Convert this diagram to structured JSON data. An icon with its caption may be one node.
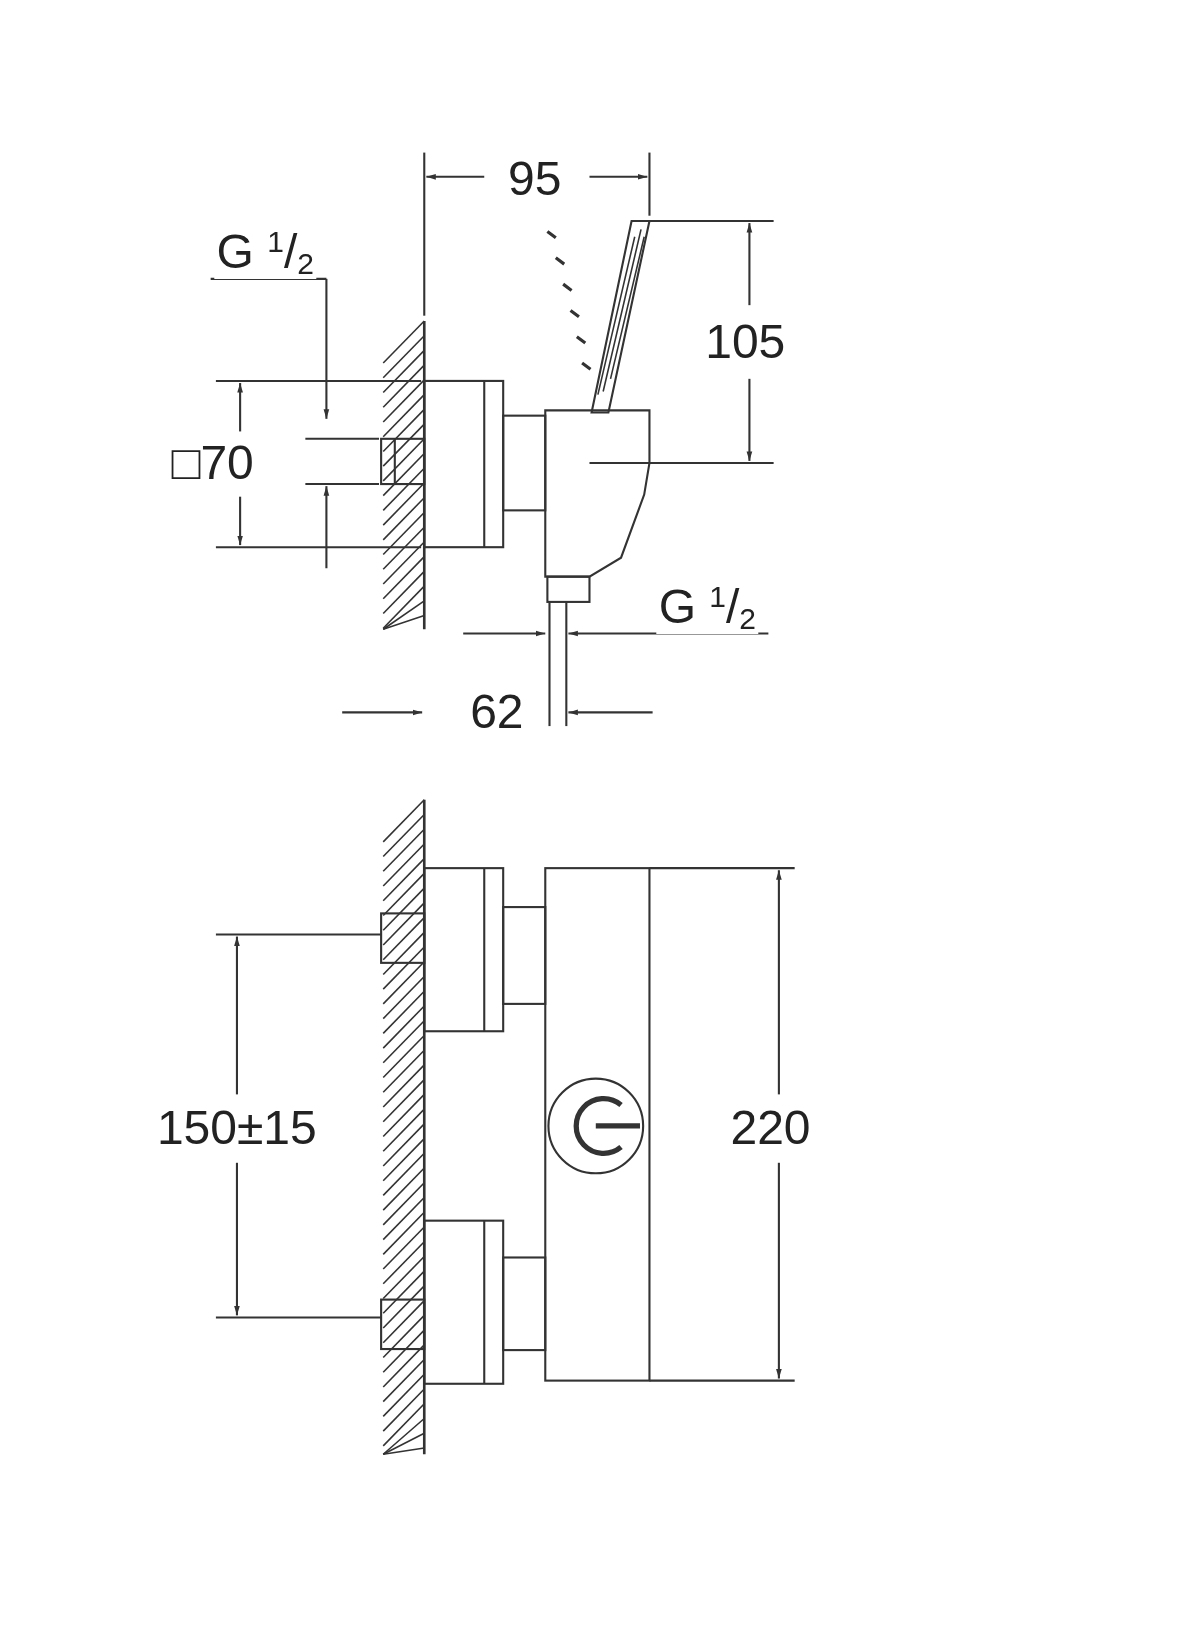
{
  "diagram": {
    "labels": [
      "95",
      "G $^{1}$/$_{2}$",
      "105",
      "□70",
      "G $^{1}$/$_{2}$",
      "62",
      "150±15",
      "220"
    ]
  }
}
